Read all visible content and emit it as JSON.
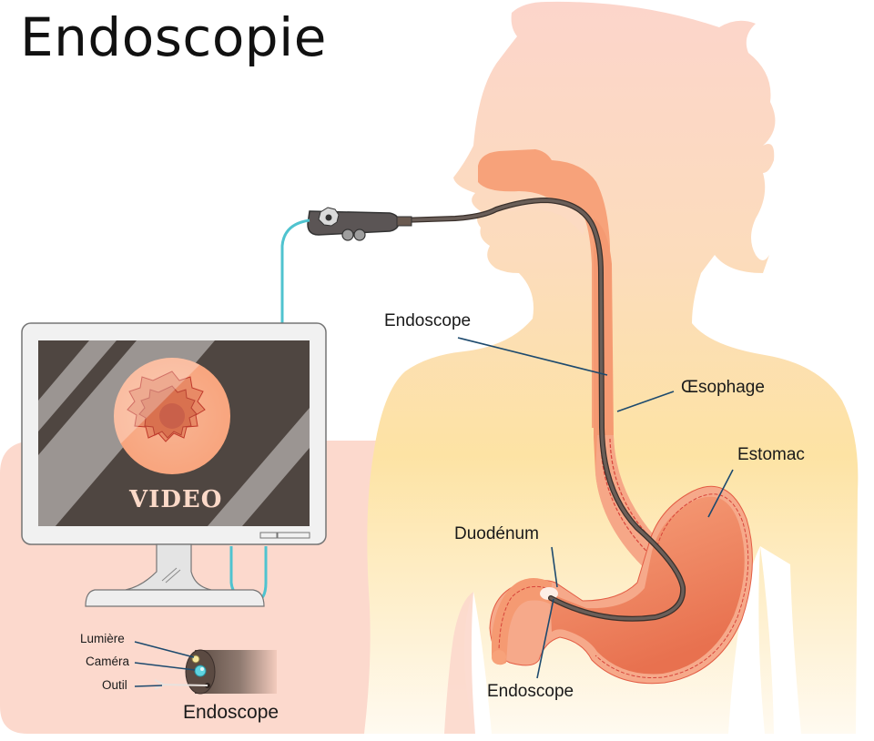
{
  "title": "Endoscopie",
  "monitor": {
    "screen_text": "VIDEO"
  },
  "labels": {
    "endoscope_upper": "Endoscope",
    "oesophage": "Œsophage",
    "estomac": "Estomac",
    "duodenum": "Duodénum",
    "endoscope_lower": "Endoscope"
  },
  "inset": {
    "caption": "Endoscope",
    "parts": [
      "Lumière",
      "Caméra",
      "Outil"
    ]
  },
  "colors": {
    "background": "#ffffff",
    "pink_backdrop": "#fcd9cd",
    "body_skin_top": "#fcd8c8",
    "body_skin_mid": "#fde3a6",
    "organ": "#f59a72",
    "organ_dark": "#e7704f",
    "endoscope_tube": "#5b504a",
    "cable": "#4fc3cf",
    "monitor_frame": "#f1f1f1",
    "monitor_screen": "#4f4641",
    "label_line": "#1d4a6e"
  }
}
